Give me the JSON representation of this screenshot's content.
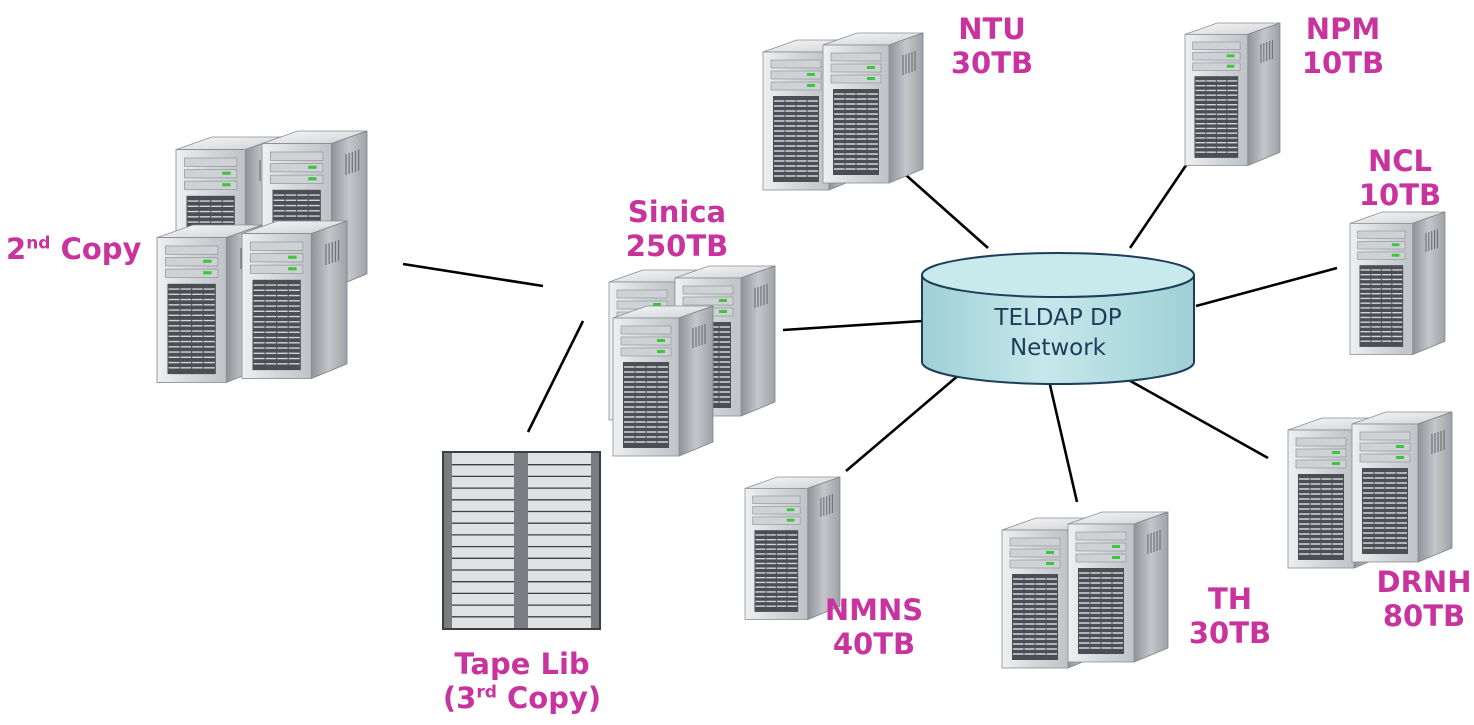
{
  "network": {
    "line1": "TELDAP DP",
    "line2": "Network"
  },
  "nodes": {
    "ntu": {
      "name": "NTU",
      "size": "30TB"
    },
    "npm": {
      "name": "NPM",
      "size": "10TB"
    },
    "ncl": {
      "name": "NCL",
      "size": "10TB"
    },
    "sinica": {
      "name": "Sinica",
      "size": "250TB"
    },
    "drnh": {
      "name": "DRNH",
      "size": "80TB"
    },
    "th": {
      "name": "TH",
      "size": "30TB"
    },
    "nmns": {
      "name": "NMNS",
      "size": "40TB"
    }
  },
  "second_copy": {
    "num": "2",
    "sup": "nd",
    "word": "Copy"
  },
  "tape_lib": {
    "name": "Tape Lib",
    "open": "(3",
    "sup": "rd",
    "word": "Copy)"
  },
  "colors": {
    "label": "#c8339e",
    "cylinder": "#b5e0e4",
    "cylinder_text": "#1d3d5a"
  }
}
